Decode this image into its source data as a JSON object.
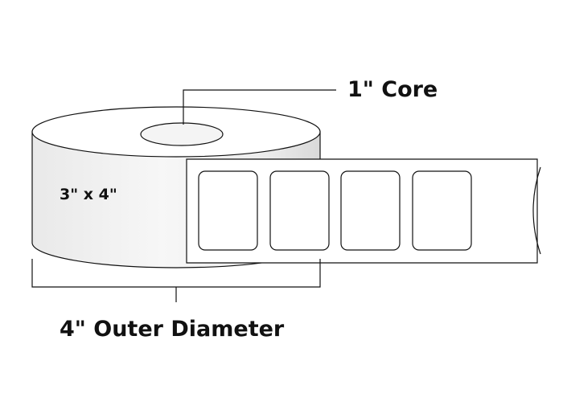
{
  "diagram": {
    "core_label": "1\" Core",
    "size_label": "3\" x 4\"",
    "outer_diameter_label": "4\" Outer Diameter",
    "label_count": 4,
    "colors": {
      "stroke": "#111111",
      "roll_fill": "#f2f2f2",
      "roll_highlight": "#ffffff",
      "label_fill": "#ffffff"
    }
  }
}
